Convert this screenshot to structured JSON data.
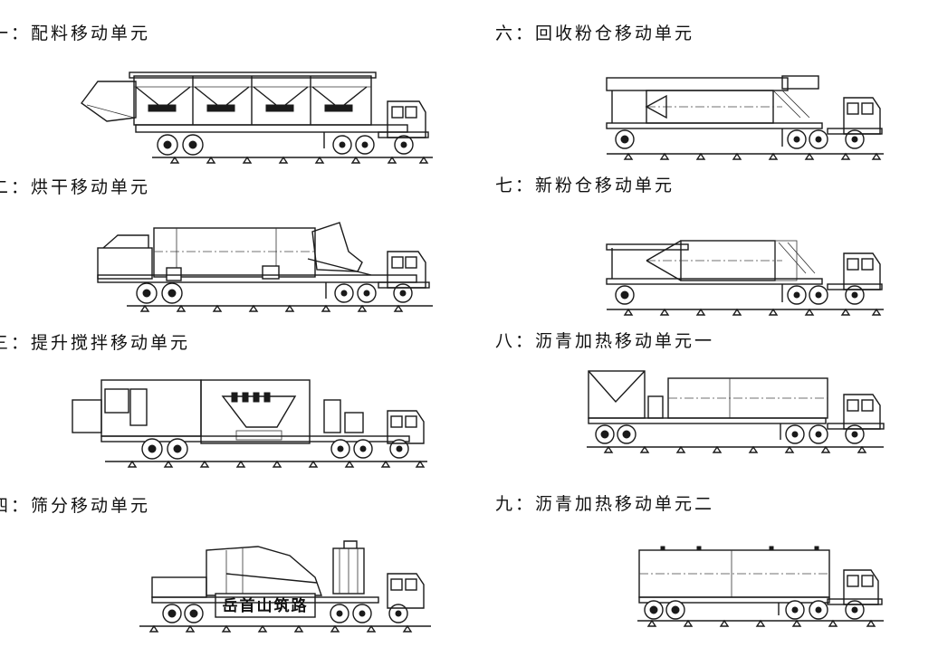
{
  "units": [
    {
      "id": "batching",
      "label": "一：配料移动单元"
    },
    {
      "id": "drying",
      "label": "二：烘干移动单元"
    },
    {
      "id": "mixing",
      "label": "三：提升搅拌移动单元"
    },
    {
      "id": "screening",
      "label": "四：筛分移动单元",
      "stamp": "岳首山筑路"
    },
    {
      "id": "recovery",
      "label": "六：回收粉仓移动单元"
    },
    {
      "id": "newpowder",
      "label": "七：新粉仓移动单元"
    },
    {
      "id": "asphalt1",
      "label": "八：沥青加热移动单元一"
    },
    {
      "id": "asphalt2",
      "label": "九：沥青加热移动单元二"
    }
  ]
}
